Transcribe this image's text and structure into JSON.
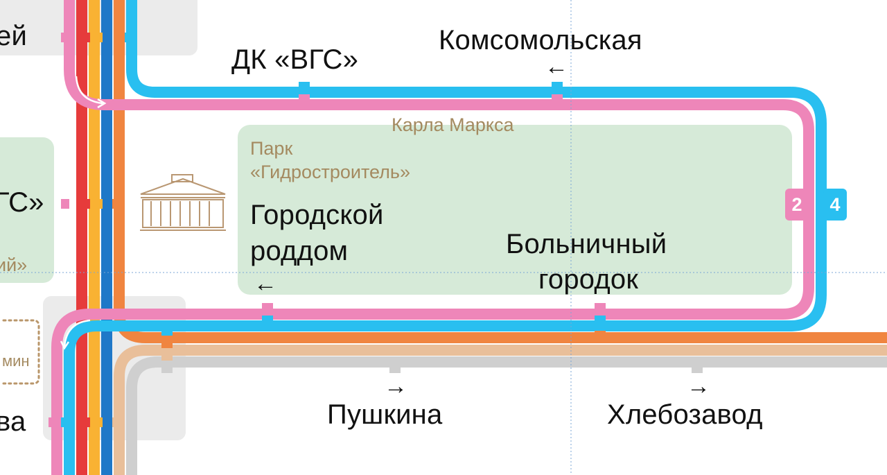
{
  "stations": {
    "dk_vgs": "ДК «ВГС»",
    "komsomolskaya": "Комсомольская",
    "gorodskoy_roddom_line1": "Городской",
    "gorodskoy_roddom_line2": "роддом",
    "bolnichny_line1": "Больничный",
    "bolnichny_line2": "городок",
    "pushkina": "Пушкина",
    "hlebozavod": "Хлебозавод"
  },
  "streets": {
    "karla_marksa": "Карла Маркса",
    "park_line1": "Парк",
    "park_line2": "«Гидростроитель»"
  },
  "cut_labels": {
    "top_left": "ей",
    "mid_left_station": "ГС»",
    "mid_left_street": "ий»",
    "walk_time": "мин",
    "bottom_left": "ва"
  },
  "arrows": {
    "left": "←",
    "right": "→"
  },
  "route_badges": [
    {
      "number": "2",
      "color": "#ee86b9"
    },
    {
      "number": "4",
      "color": "#29bff0"
    }
  ],
  "icons": [
    "theatre-building-icon"
  ],
  "colors": {
    "pink": "#ee86b9",
    "red": "#e63b3b",
    "yellow": "#f9b233",
    "blue": "#1f78c8",
    "cyan": "#29bff0",
    "orange": "#f08540",
    "beige": "#e9bf9a",
    "gray": "#cfcfcf",
    "park": "#d6ead8",
    "street_text": "#a48a60"
  }
}
